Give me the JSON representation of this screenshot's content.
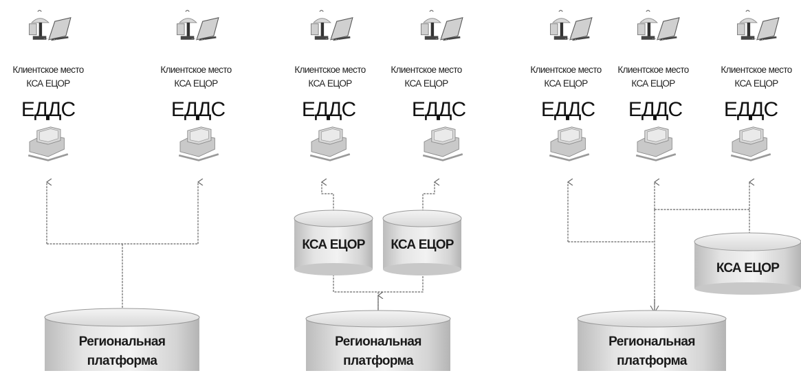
{
  "client_label_line1": "Клиентское место",
  "client_label_line2": "КСА ЕЦОР",
  "edds_label": "ЕДДС",
  "ksa_label": "КСА ЕЦОР",
  "regional_line1": "Региональная",
  "regional_line2": "платформа",
  "panels": [
    {
      "id": "variant-1",
      "nodes": 2,
      "ksa_cylinders": 0
    },
    {
      "id": "variant-2",
      "nodes": 2,
      "ksa_cylinders": 2
    },
    {
      "id": "variant-3",
      "nodes": 3,
      "ksa_cylinders": 1
    }
  ]
}
